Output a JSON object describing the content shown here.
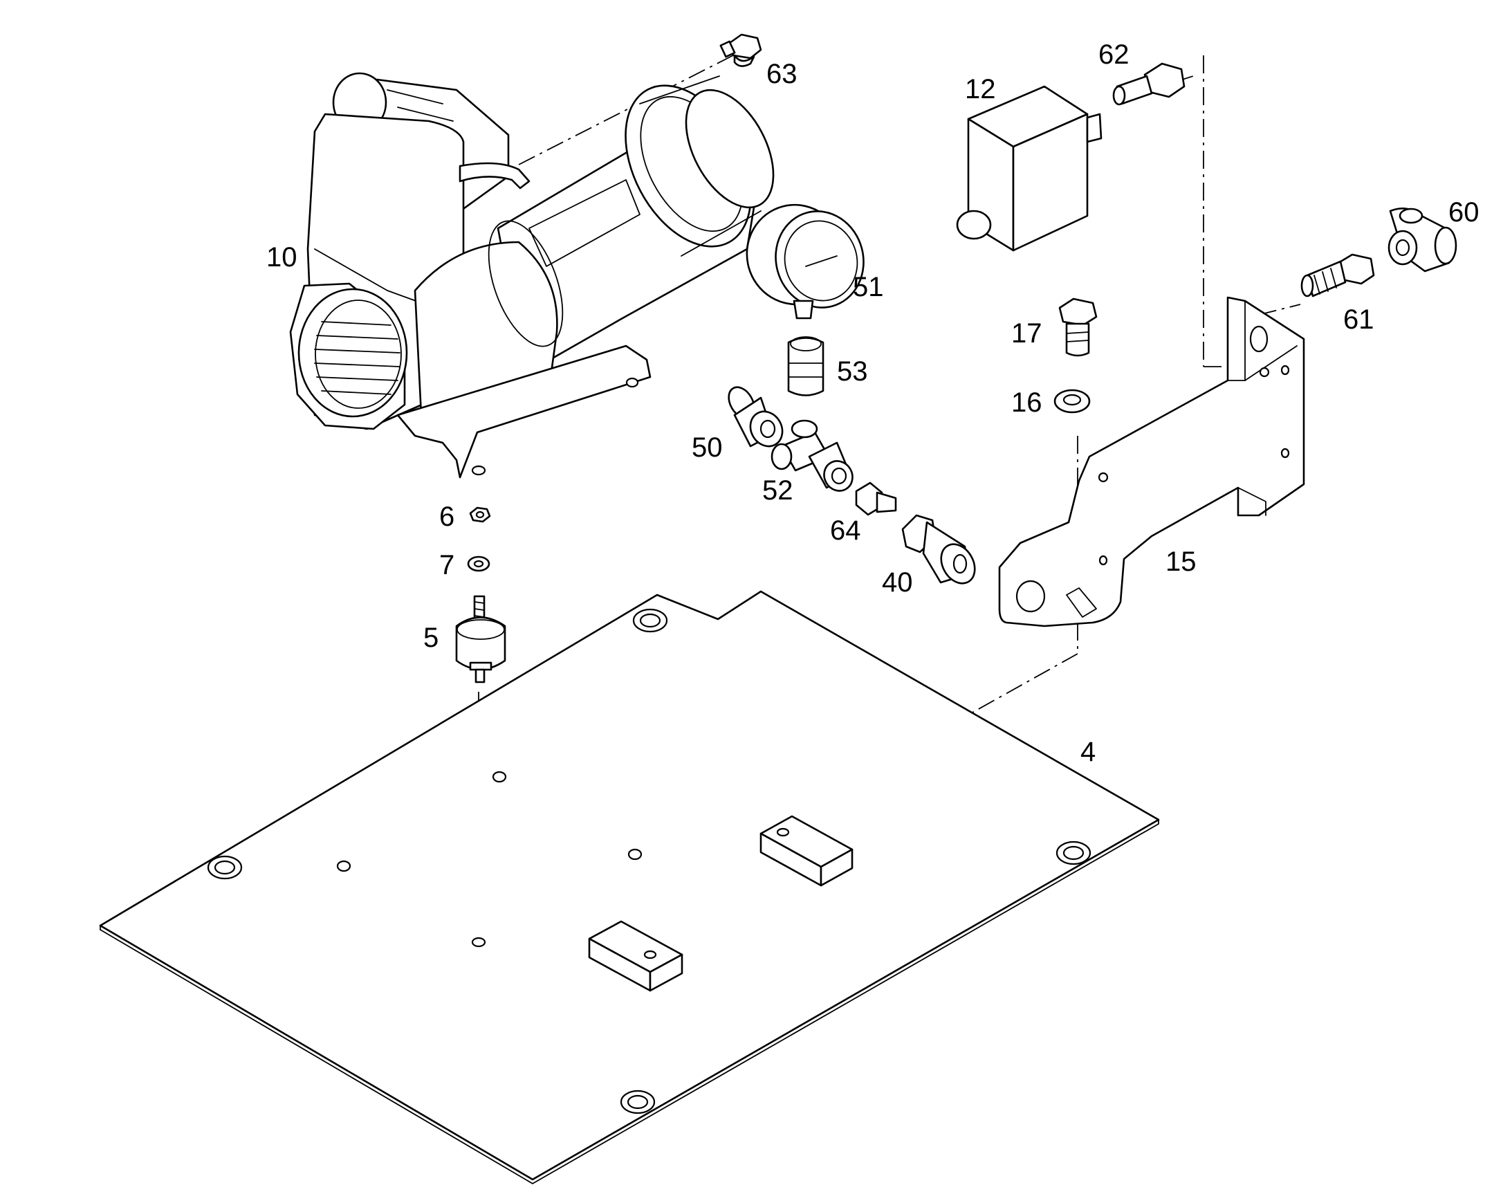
{
  "figure": {
    "callouts": {
      "p4": "4",
      "p5": "5",
      "p6": "6",
      "p7": "7",
      "p10": "10",
      "p12": "12",
      "p15": "15",
      "p16": "16",
      "p17": "17",
      "p40": "40",
      "p50": "50",
      "p51": "51",
      "p52": "52",
      "p53": "53",
      "p60": "60",
      "p61": "61",
      "p62": "62",
      "p63": "63",
      "p64": "64"
    },
    "line_color": "#000000",
    "background": "#ffffff"
  }
}
